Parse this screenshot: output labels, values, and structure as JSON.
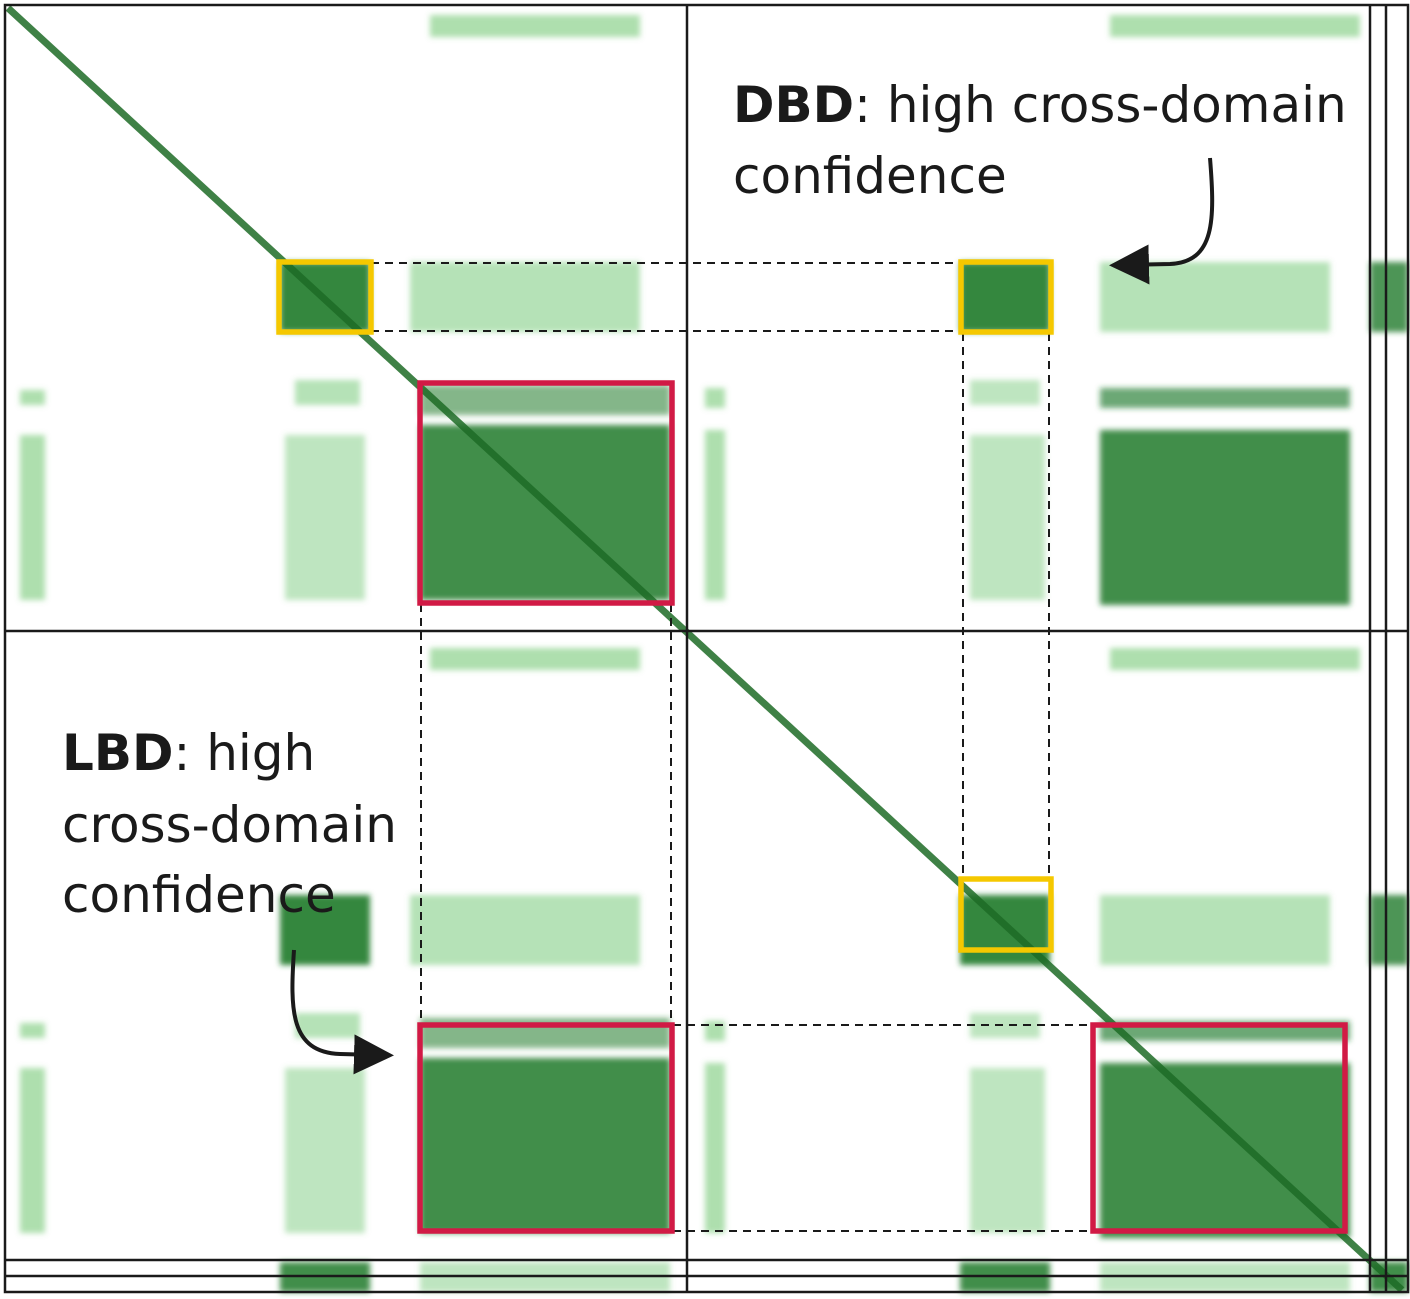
{
  "annotations": {
    "dbd": {
      "bold": "DBD",
      "line1": ": high cross-domain",
      "line2": "confidence"
    },
    "lbd": {
      "bold": "LBD",
      "line1": ": high",
      "line2": "cross-domain",
      "line3": "confidence"
    }
  },
  "colors": {
    "heat_dark": "#1e7a2a",
    "heat_light": "#5cbf5e",
    "dbd_box": "#f5c800",
    "lbd_box": "#d11a45",
    "grid": "#1a1a1a"
  },
  "icons": [
    "curved-arrow-icon",
    "curved-arrow-icon"
  ]
}
